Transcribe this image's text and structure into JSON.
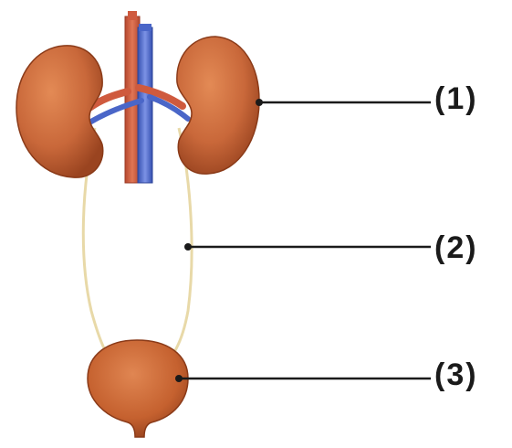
{
  "labels": {
    "kidney": "(1)",
    "ureter": "(2)",
    "bladder": "(3)"
  },
  "colors": {
    "organ": "#c9683a",
    "organ_dark": "#9a4420",
    "artery": "#cf5a3e",
    "vein": "#4a66c8",
    "ureter": "#e8d9a8",
    "leader_line": "#1a1a1a"
  }
}
